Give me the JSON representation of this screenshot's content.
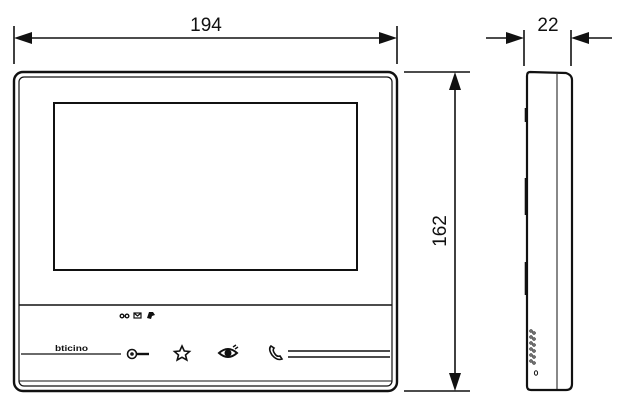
{
  "dimensions": {
    "width_mm": "194",
    "height_mm": "162",
    "depth_mm": "22"
  },
  "front_panel": {
    "brand_logo": "bticino",
    "status_icons": [
      "answering-machine-icon",
      "message-icon",
      "door-open-icon"
    ],
    "buttons": [
      "key-icon",
      "star-icon",
      "eye-icon",
      "phone-icon"
    ]
  },
  "colors": {
    "line": "#111111",
    "background": "#ffffff"
  }
}
